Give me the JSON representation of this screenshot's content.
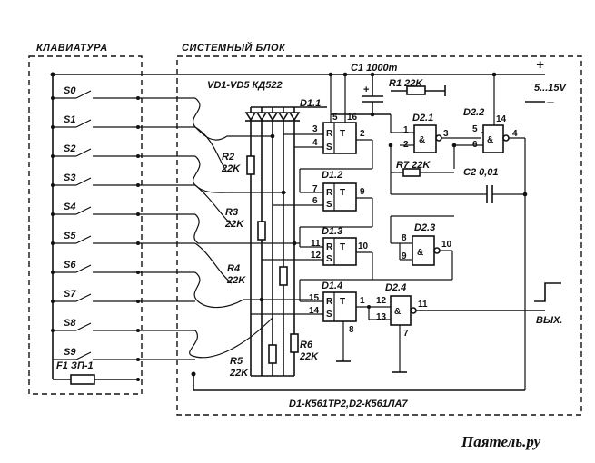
{
  "blocks": {
    "keyboard": "КЛАВИАТУРА",
    "system": "СИСТЕМНЫЙ БЛОК"
  },
  "keys": [
    "S0",
    "S1",
    "S2",
    "S3",
    "S4",
    "S5",
    "S6",
    "S7",
    "S8",
    "S9"
  ],
  "fuse": "F1 ЗП-1",
  "diodes": "VD1-VD5 КД522",
  "capacitors": {
    "c1": "C1 1000m",
    "c2": "C2 0,01"
  },
  "resistors": {
    "r1": "R1 22K",
    "r2": [
      "R2",
      "22K"
    ],
    "r3": [
      "R3",
      "22K"
    ],
    "r4": [
      "R4",
      "22K"
    ],
    "r5": [
      "R5",
      "22K"
    ],
    "r6": [
      "R6",
      "22K"
    ],
    "r7": "R7 22K"
  },
  "chips": {
    "d11": "D1.1",
    "d12": "D1.2",
    "d13": "D1.3",
    "d14": "D1.4",
    "d21": "D2.1",
    "d22": "D2.2",
    "d23": "D2.3",
    "d24": "D2.4"
  },
  "ff_labels": {
    "r": "R",
    "s": "S",
    "t": "T",
    "and": "&"
  },
  "pins": {
    "d11": [
      "3",
      "4",
      "5",
      "16",
      "2"
    ],
    "d12": [
      "7",
      "6",
      "9"
    ],
    "d13": [
      "11",
      "12",
      "10"
    ],
    "d14": [
      "15",
      "14",
      "1",
      "8"
    ],
    "d21": [
      "1",
      "2",
      "3"
    ],
    "d22": [
      "5",
      "6",
      "14",
      "4"
    ],
    "d23": [
      "8",
      "9",
      "10"
    ],
    "d24": [
      "12",
      "13",
      "11",
      "7"
    ]
  },
  "power": {
    "plus": "+",
    "minus": "_",
    "voltage": "5...15V"
  },
  "output": "ВЫХ.",
  "parts_note": "D1-К561ТР2,D2-К561ЛА7",
  "watermark": "Паятель.ру"
}
